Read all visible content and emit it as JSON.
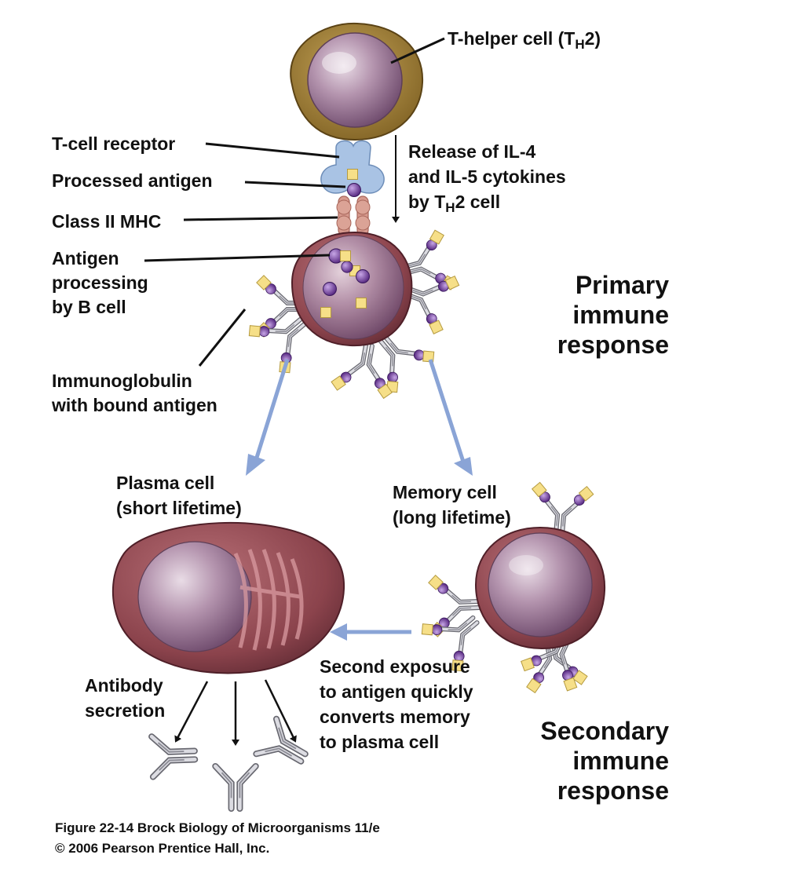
{
  "labels": {
    "t_helper": {
      "prefix": "T-helper cell (T",
      "sub": "H",
      "suffix": "2)"
    },
    "t_cell_receptor": "T-cell receptor",
    "processed_antigen": "Processed antigen",
    "class_ii_mhc": "Class II MHC",
    "antigen_processing": [
      "Antigen",
      "processing",
      "by B cell"
    ],
    "immunoglobulin": [
      "Immunoglobulin",
      "with bound antigen"
    ],
    "release": {
      "line1": "Release of IL-4",
      "line2": "and IL-5 cytokines",
      "line3_prefix": "by T",
      "line3_sub": "H",
      "line3_suffix": "2 cell"
    },
    "primary": [
      "Primary",
      "immune",
      "response"
    ],
    "plasma_cell": [
      "Plasma cell",
      "(short lifetime)"
    ],
    "memory_cell": [
      "Memory cell",
      "(long lifetime)"
    ],
    "antibody_secretion": [
      "Antibody",
      "secretion"
    ],
    "second_exposure": [
      "Second exposure",
      "to antigen quickly",
      "converts memory",
      "to plasma cell"
    ],
    "secondary": [
      "Secondary",
      "immune",
      "response"
    ]
  },
  "caption": {
    "line1": "Figure 22-14  Brock Biology of Microorganisms 11/e",
    "line2": "© 2006 Pearson Prentice Hall, Inc."
  },
  "colors": {
    "flow_arrow": "#8aa4d6",
    "cell_body": "#8c4a52",
    "nucleus": "#a7839f",
    "helper_rim": "#9a7b36",
    "antigen_square": "#f4dc82",
    "antigen_bead": "#6c3fa0",
    "receptor_blue": "#a9c3e4",
    "mhc": "#d79a8e",
    "antibody": "#c9c9cf"
  }
}
